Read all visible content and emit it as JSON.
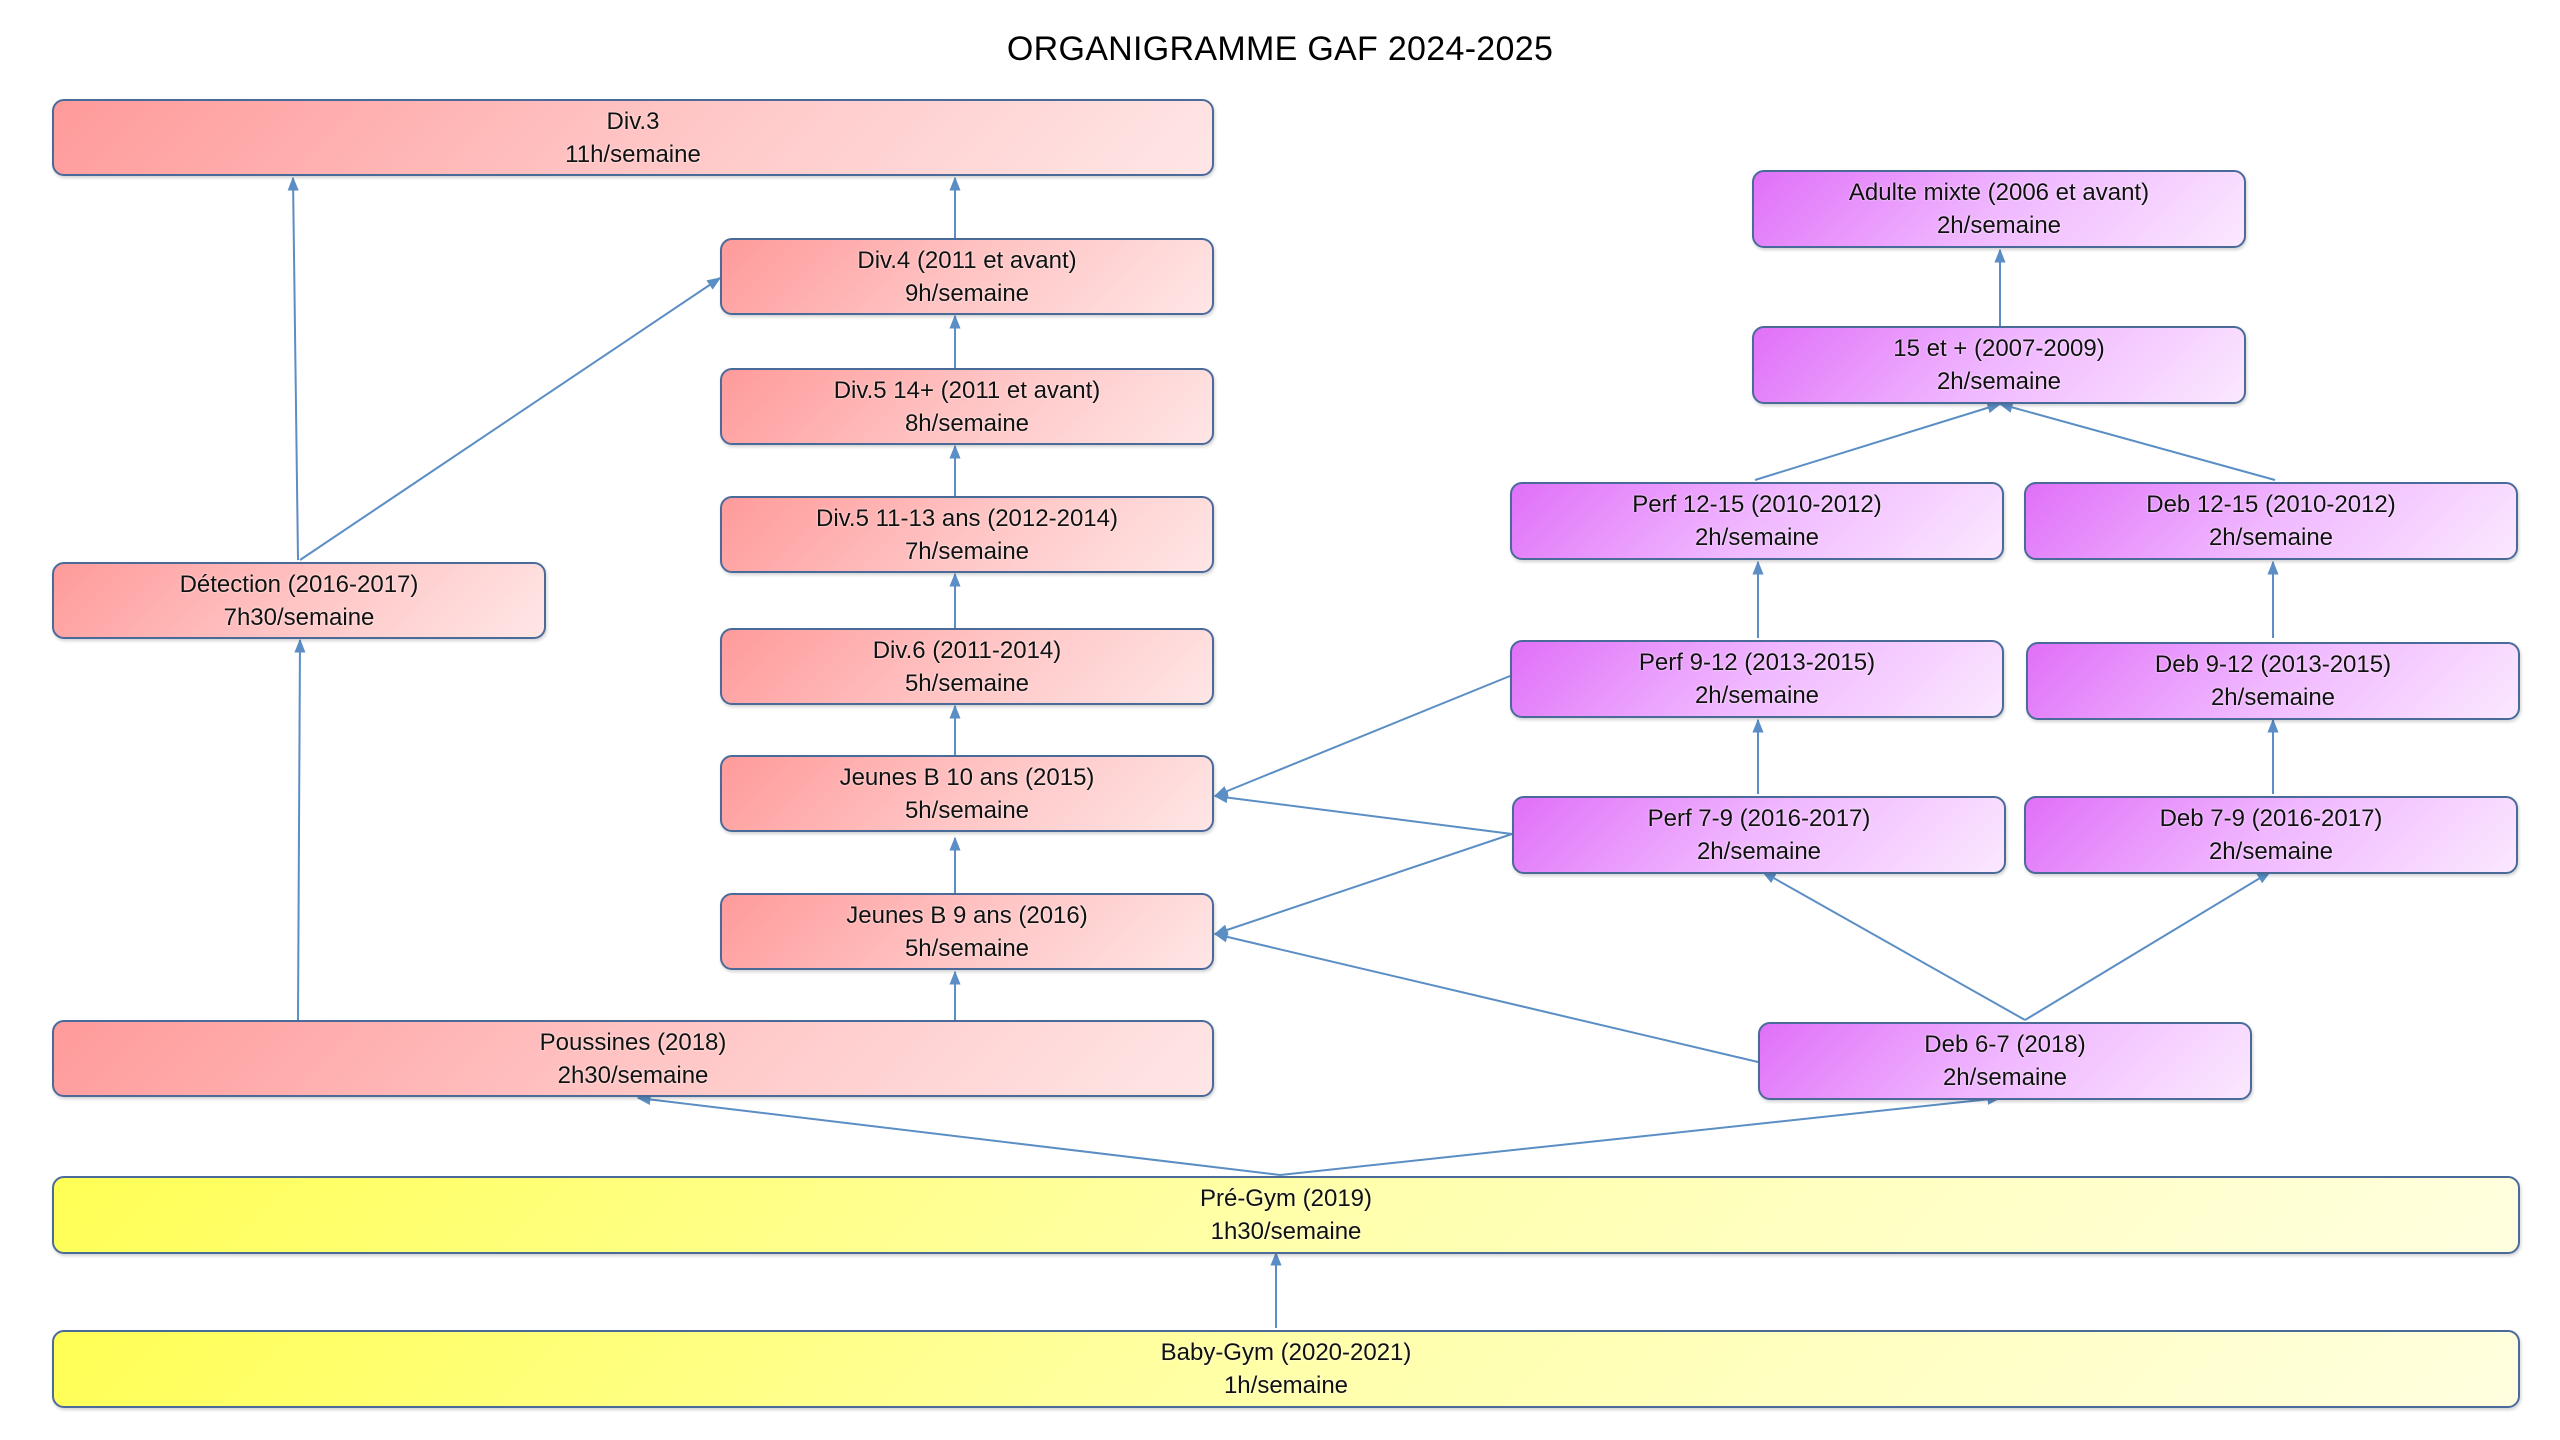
{
  "title": "ORGANIGRAMME GAF 2024-2025",
  "colors": {
    "red_group": "#ffb0b0",
    "purple_group": "#e890fc",
    "yellow_group": "#ffff88",
    "border": "#4a6a9a",
    "arrow": "#5b8ec4"
  },
  "nodes": {
    "div3": {
      "name": "Div.3",
      "hours": "11h/semaine"
    },
    "div4": {
      "name": "Div.4 (2011 et avant)",
      "hours": "9h/semaine"
    },
    "div5_14": {
      "name": "Div.5 14+ (2011 et avant)",
      "hours": "8h/semaine"
    },
    "div5_11": {
      "name": "Div.5 11-13 ans (2012-2014)",
      "hours": "7h/semaine"
    },
    "div6": {
      "name": "Div.6 (2011-2014)",
      "hours": "5h/semaine"
    },
    "jeunes10": {
      "name": "Jeunes B 10 ans (2015)",
      "hours": "5h/semaine"
    },
    "jeunes9": {
      "name": "Jeunes B 9 ans (2016)",
      "hours": "5h/semaine"
    },
    "detection": {
      "name": "Détection (2016-2017)",
      "hours": "7h30/semaine"
    },
    "poussines": {
      "name": "Poussines (2018)",
      "hours": "2h30/semaine"
    },
    "adulte": {
      "name": "Adulte mixte (2006 et avant)",
      "hours": "2h/semaine"
    },
    "quinze": {
      "name": "15 et + (2007-2009)",
      "hours": "2h/semaine"
    },
    "perf1215": {
      "name": "Perf 12-15 (2010-2012)",
      "hours": "2h/semaine"
    },
    "deb1215": {
      "name": "Deb 12-15 (2010-2012)",
      "hours": "2h/semaine"
    },
    "perf912": {
      "name": "Perf 9-12 (2013-2015)",
      "hours": "2h/semaine"
    },
    "deb912": {
      "name": "Deb 9-12 (2013-2015)",
      "hours": "2h/semaine"
    },
    "perf79": {
      "name": "Perf 7-9 (2016-2017)",
      "hours": "2h/semaine"
    },
    "deb79": {
      "name": "Deb 7-9 (2016-2017)",
      "hours": "2h/semaine"
    },
    "deb67": {
      "name": "Deb 6-7 (2018)",
      "hours": "2h/semaine"
    },
    "pregym": {
      "name": "Pré-Gym (2019)",
      "hours": "1h30/semaine"
    },
    "babygym": {
      "name": "Baby-Gym (2020-2021)",
      "hours": "1h/semaine"
    }
  }
}
